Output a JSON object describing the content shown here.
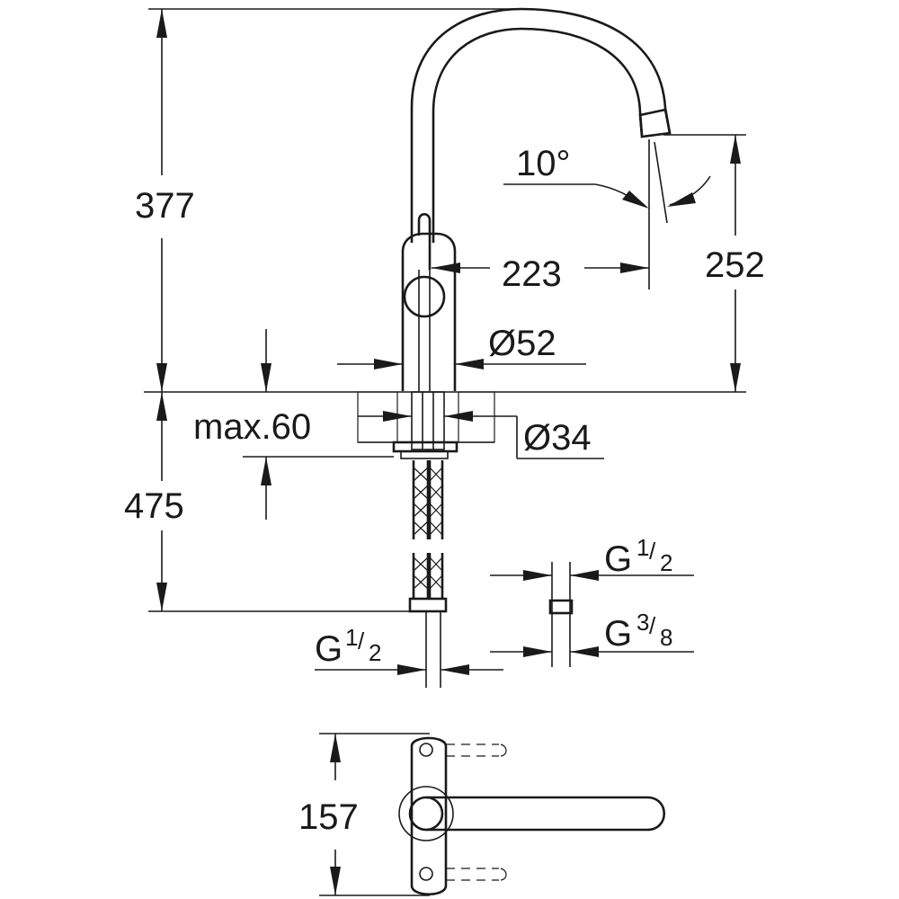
{
  "dimensions": {
    "height_top": "377",
    "angle": "10°",
    "spout_reach": "223",
    "spout_height": "252",
    "body_diameter": "Ø52",
    "deck_thickness": "max.60",
    "hole_diameter": "Ø34",
    "height_below": "475",
    "hose_thread_main": "G",
    "hose_thread_main_frac_num": "1",
    "hose_thread_main_frac_den": "2",
    "connector_top": "G",
    "connector_top_frac_num": "1",
    "connector_top_frac_den": "2",
    "connector_bottom": "G",
    "connector_bottom_frac_num": "3",
    "connector_bottom_frac_den": "8",
    "plan_width": "157"
  }
}
